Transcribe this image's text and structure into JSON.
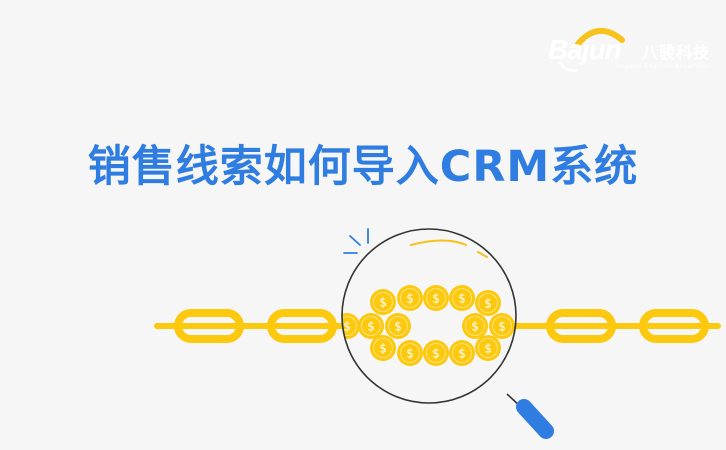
{
  "logo": {
    "brand": "Bajun",
    "brand_cn": "八骏科技",
    "tagline": "Anyone Anytime Anywhere!",
    "arc_color": "#f6c21b"
  },
  "title": "销售线索如何导入CRM系统",
  "colors": {
    "background": "#f6f6f6",
    "title": "#2f7de1",
    "chain": "#fdc90f",
    "coin": "#fdc90f",
    "coin_ring": "#ffe066",
    "lens_outline": "#333333",
    "handle": "#2f7de1",
    "sparkle": "#2f7de1"
  },
  "illustration": {
    "name": "magnifier-over-chain",
    "coin_symbol": "$"
  }
}
